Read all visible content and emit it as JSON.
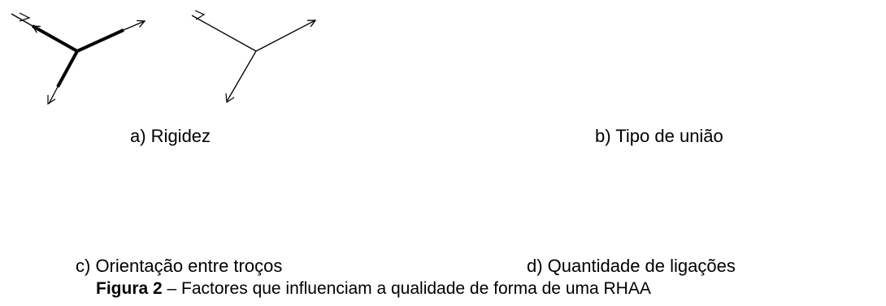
{
  "panels": {
    "a": {
      "label": "a) Rigidez"
    },
    "b": {
      "label": "b) Tipo de união"
    },
    "c": {
      "label": "c) Orientação entre troços"
    },
    "d": {
      "label": "d) Quantidade de ligações"
    }
  },
  "caption": {
    "figure_label": "Figura 2",
    "text": " – Factores que influenciam a qualidade de forma de uma RHAA"
  }
}
